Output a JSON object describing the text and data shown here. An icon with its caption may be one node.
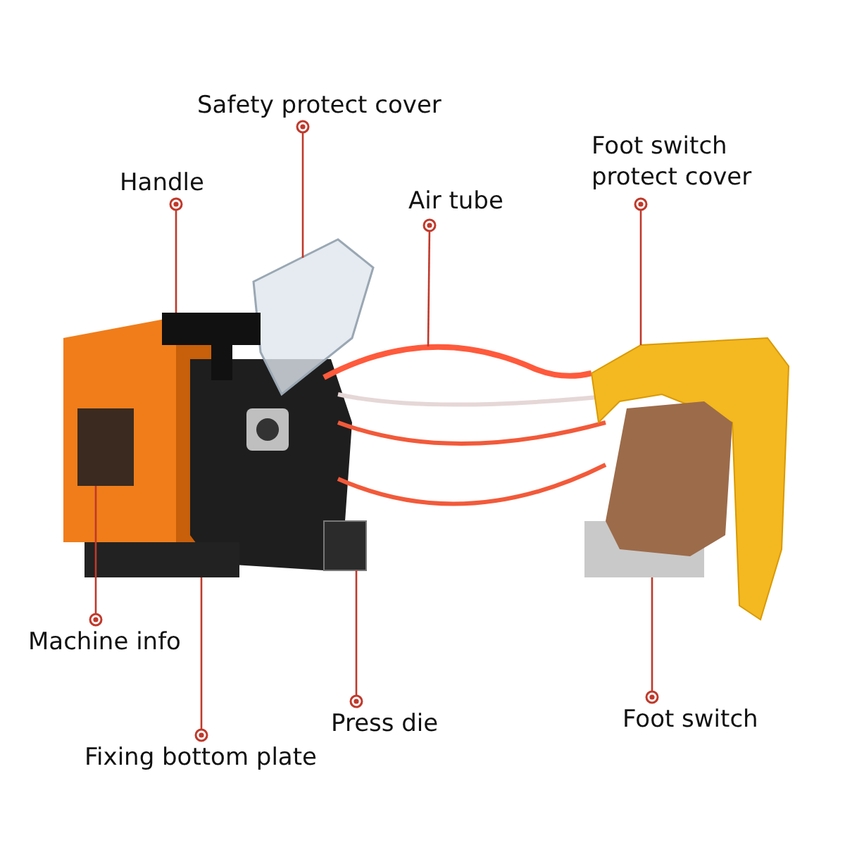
{
  "diagram": {
    "nodes": [
      {
        "text": [
          "Safety protect cover"
        ]
      },
      {
        "text": [
          "Handle"
        ]
      },
      {
        "text": [
          "Air tube"
        ]
      },
      {
        "text": [
          "Foot switch protect cover"
        ]
      },
      {
        "text": [
          "Machine info"
        ]
      },
      {
        "text": [
          "Press die"
        ]
      },
      {
        "text": [
          "Foot switch"
        ]
      },
      {
        "text": [
          "Fixing bottom plate"
        ]
      },
      {
        "text": [],
        "shape": "picture"
      },
      {
        "text": [],
        "shape": "picture"
      },
      {
        "text": [],
        "shape": "picture"
      },
      {
        "text": [],
        "shape": "picture"
      },
      {
        "text": [],
        "shape": "picture"
      },
      {
        "text": [],
        "shape": "picture"
      },
      {
        "text": [],
        "shape": "picture"
      },
      {
        "text": [],
        "shape": "picture"
      }
    ],
    "edges": [
      {
        "from": 0,
        "to": 8,
        "arrow": "other"
      },
      {
        "from": 1,
        "to": 9,
        "arrow": "other"
      },
      {
        "from": 2,
        "to": 10,
        "arrow": "other"
      },
      {
        "from": 3,
        "to": 11,
        "arrow": "other"
      },
      {
        "from": 4,
        "to": 12,
        "arrow": "other"
      },
      {
        "from": 5,
        "to": 13,
        "arrow": "other"
      },
      {
        "from": 6,
        "to": 14,
        "arrow": "other"
      },
      {
        "from": 7,
        "to": 15,
        "arrow": "other"
      }
    ]
  }
}
